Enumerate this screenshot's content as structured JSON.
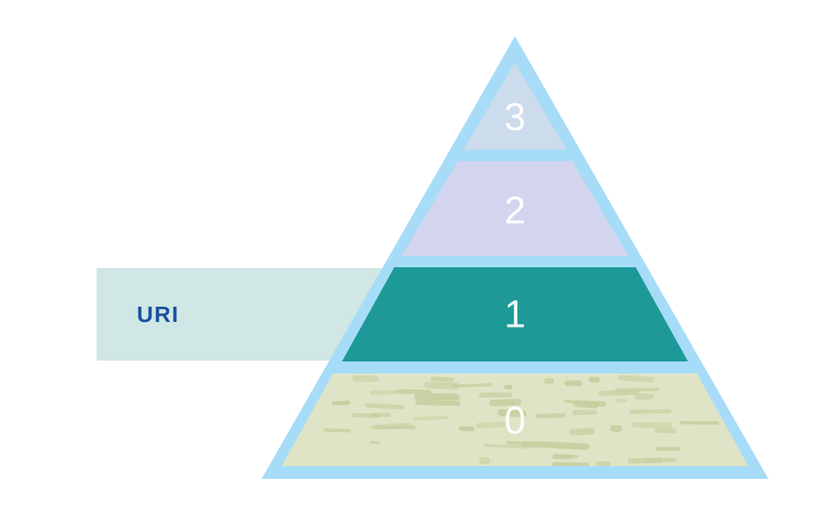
{
  "diagram": {
    "callout": {
      "label": "URI",
      "band_color": "#cfe7e5",
      "text_color": "#1b51a0"
    },
    "pyramid": {
      "border_color": "#a7dcf8",
      "label_color": "#ffffff",
      "layers": [
        {
          "label": "3",
          "color": "#cddcec"
        },
        {
          "label": "2",
          "color": "#d3d5ef"
        },
        {
          "label": "1",
          "color": "#1d9a97"
        },
        {
          "label": "0",
          "color": "#e0e4c6",
          "texture_color": "#c6cfa0"
        }
      ]
    }
  }
}
